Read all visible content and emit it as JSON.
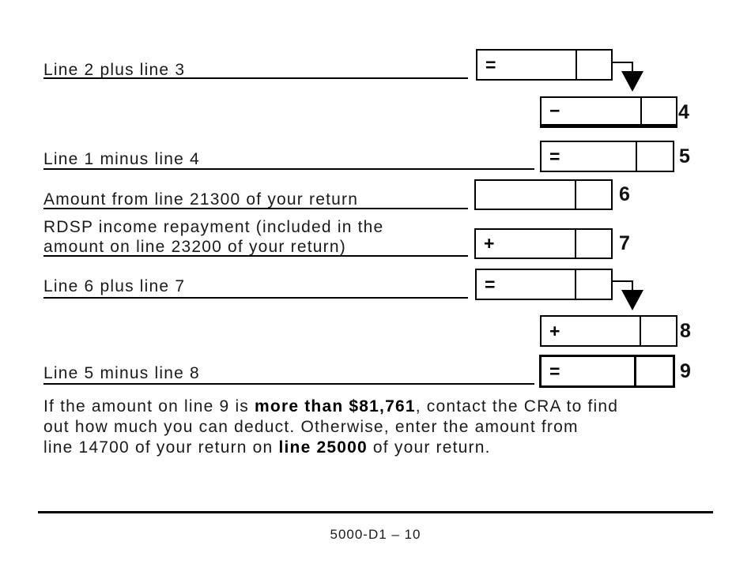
{
  "worksheet": {
    "rows": {
      "r1": {
        "label": "Line 2 plus line 3",
        "operator": "=",
        "amount": "",
        "cents": ""
      },
      "r4": {
        "operator": "−",
        "line_no": "4",
        "amount": "",
        "cents": ""
      },
      "r5": {
        "label": "Line 1 minus line 4",
        "operator": "=",
        "line_no": "5",
        "amount": "",
        "cents": ""
      },
      "r6": {
        "label": "Amount from line 21300 of your return",
        "operator": "",
        "line_no": "6",
        "amount": "",
        "cents": ""
      },
      "r7": {
        "label_line1": "RDSP income repayment (included in the",
        "label_line2": "amount on line 23200 of your return)",
        "operator": "+",
        "line_no": "7",
        "amount": "",
        "cents": ""
      },
      "r67": {
        "label": "Line 6 plus line 7",
        "operator": "=",
        "amount": "",
        "cents": ""
      },
      "r8": {
        "operator": "+",
        "line_no": "8",
        "amount": "",
        "cents": ""
      },
      "r9": {
        "label": "Line 5 minus line 8",
        "operator": "=",
        "line_no": "9",
        "amount": "",
        "cents": ""
      }
    },
    "note": {
      "l1a": "If the amount on line 9 is ",
      "l1b": "more than $81,761",
      "l1c": ", contact the CRA to find",
      "l2": "out how much you can deduct. Otherwise, enter the amount from",
      "l3a": "line 14700 of your return on ",
      "l3b": "line 25000",
      "l3c": " of your return."
    },
    "footer": {
      "page_ref": "5000-D1 – 10"
    }
  }
}
